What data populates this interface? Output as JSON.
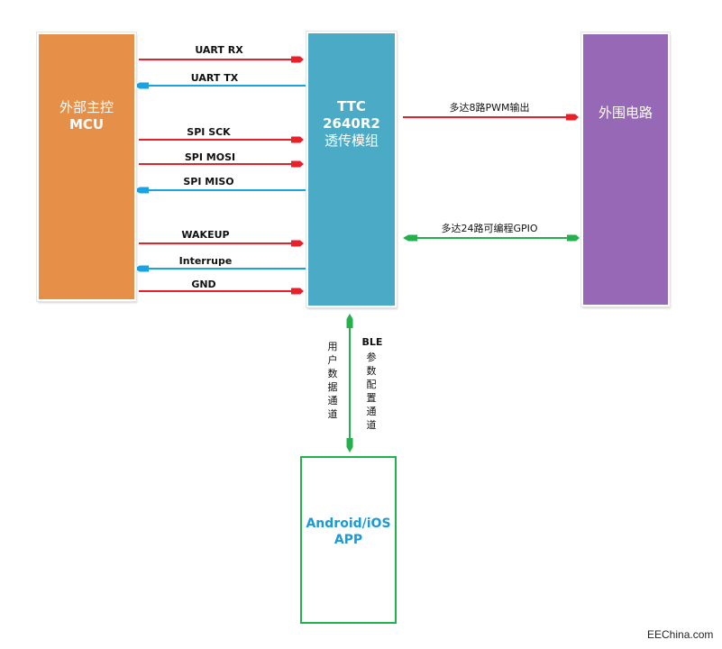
{
  "colors": {
    "mcu": "#e68f48",
    "module": "#4babc6",
    "peripheral": "#9668b6",
    "app_border": "#22b14c",
    "app_text": "#1a9ad6",
    "out_arrow": "#e8202a",
    "in_arrow": "#1aa3e0",
    "bidirectional": "#22b14c"
  },
  "blocks": {
    "mcu": {
      "line1": "外部主控",
      "line2": "MCU"
    },
    "module": {
      "line1": "TTC 2640R2",
      "line2": "透传模组"
    },
    "peripheral": {
      "label": "外围电路"
    },
    "app": {
      "line1": "Android/iOS",
      "line2": "APP"
    }
  },
  "mcu_signals": [
    {
      "label": "UART RX",
      "direction": "to-module"
    },
    {
      "label": "UART TX",
      "direction": "to-mcu"
    },
    {
      "label": "SPI SCK",
      "direction": "to-module"
    },
    {
      "label": "SPI MOSI",
      "direction": "to-module"
    },
    {
      "label": "SPI MISO",
      "direction": "to-mcu"
    },
    {
      "label": "WAKEUP",
      "direction": "to-module"
    },
    {
      "label": "Interrupe",
      "direction": "to-mcu"
    },
    {
      "label": "GND",
      "direction": "to-module"
    }
  ],
  "peripheral_signals": [
    {
      "label": "多达8路PWM输出",
      "direction": "to-peripheral"
    },
    {
      "label": "多达24路可编程GPIO",
      "direction": "bidirectional"
    }
  ],
  "app_link": {
    "left_label": "用户数据通道",
    "right_label_top": "BLE",
    "right_label": "参数配置通道",
    "direction": "bidirectional"
  },
  "watermark": "EEChina.com"
}
